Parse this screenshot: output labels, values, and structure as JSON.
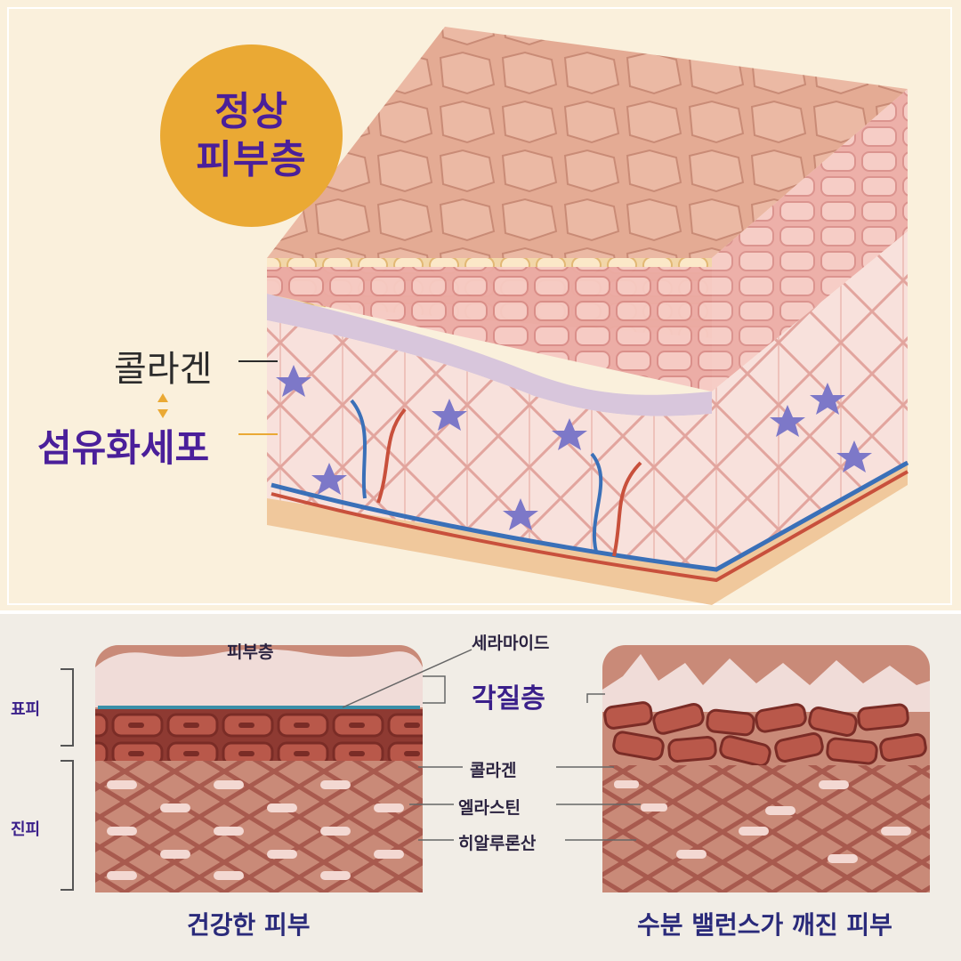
{
  "badge": {
    "line1": "정상",
    "line2": "피부층"
  },
  "top_labels": {
    "collagen": "콜라겐",
    "fibroblast": "섬유화세포"
  },
  "bottom_labels": {
    "skin_layer": "피부층",
    "ceramide": "세라마이드",
    "stratum_corneum": "각질층",
    "epidermis": "표피",
    "dermis": "진피",
    "collagen": "콜라겐",
    "elastin": "엘라스틴",
    "hyaluronic_acid": "히알루론산",
    "healthy_skin": "건강한 피부",
    "broken_skin": "수분 밸런스가 깨진 피부"
  },
  "colors": {
    "accent_purple": "#4a1f9a",
    "badge_orange": "#eaa934",
    "cell_brown": "#b9584a",
    "dermis_pink": "#c98a78",
    "ceramide_teal": "#3a8fa8"
  }
}
